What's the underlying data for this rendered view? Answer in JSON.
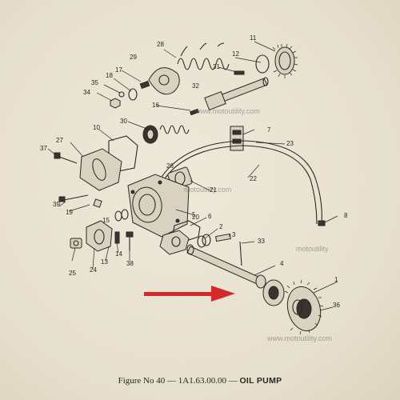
{
  "figure": {
    "caption_prefix": "Figure No 40 —",
    "code": "1A1.63.00.00 —",
    "title": "OIL PUMP"
  },
  "watermarks": [
    "www.motoutility.com",
    "motoutility.com",
    "www.motoutility.com",
    "motoutility"
  ],
  "callouts": [
    "1",
    "2",
    "3",
    "4",
    "5",
    "6",
    "7",
    "8",
    "10",
    "11",
    "12",
    "13",
    "14",
    "15",
    "16",
    "17",
    "18",
    "19",
    "20",
    "21",
    "22",
    "23",
    "24",
    "25",
    "26",
    "27",
    "28",
    "29",
    "30",
    "31",
    "32",
    "33",
    "34",
    "35",
    "36",
    "37",
    "38",
    "39"
  ],
  "highlight_arrow_color": "#d42a2a"
}
